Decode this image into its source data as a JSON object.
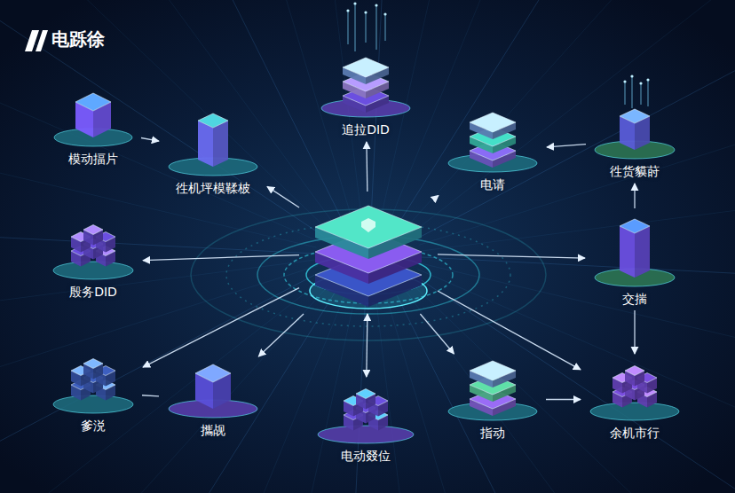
{
  "diagram": {
    "title": "电跞徐",
    "nodes": [
      {
        "text": [
          "模动揊片"
        ]
      },
      {
        "text": [
          "徃机坪模鞣柀"
        ]
      },
      {
        "text": [
          "追拉DID"
        ]
      },
      {
        "text": [
          "电请"
        ]
      },
      {
        "text": [
          "徃货貘莳"
        ]
      },
      {
        "text": [
          "殷务DID"
        ]
      },
      {
        "text": []
      },
      {
        "text": [
          "交揣"
        ]
      },
      {
        "text": [
          "爹涚"
        ]
      },
      {
        "text": [
          "攜觇"
        ]
      },
      {
        "text": [
          "电动叕位"
        ]
      },
      {
        "text": [
          "指动"
        ]
      },
      {
        "text": [
          "余机市行"
        ]
      }
    ],
    "edges": [
      {
        "from": 0,
        "to": 1,
        "arrow": "to"
      },
      {
        "from": 6,
        "to": 1,
        "arrow": "to"
      },
      {
        "from": 6,
        "to": 2,
        "arrow": "to"
      },
      {
        "from": 6,
        "to": 3,
        "arrow": "to"
      },
      {
        "from": 4,
        "to": 3,
        "arrow": "to"
      },
      {
        "from": 7,
        "to": 4,
        "arrow": "to"
      },
      {
        "from": 7,
        "to": 12,
        "arrow": "to"
      },
      {
        "from": 6,
        "to": 5,
        "arrow": "to"
      },
      {
        "from": 6,
        "to": 7,
        "arrow": "to"
      },
      {
        "from": 6,
        "to": 8,
        "arrow": "to"
      },
      {
        "from": 8,
        "to": 9,
        "arrow": "none"
      },
      {
        "from": 6,
        "to": 9,
        "arrow": "to"
      },
      {
        "from": 6,
        "to": 10,
        "arrow": "both"
      },
      {
        "from": 6,
        "to": 11,
        "arrow": "to"
      },
      {
        "from": 11,
        "to": 12,
        "arrow": "to"
      },
      {
        "from": 6,
        "to": 12,
        "arrow": "to"
      }
    ]
  }
}
